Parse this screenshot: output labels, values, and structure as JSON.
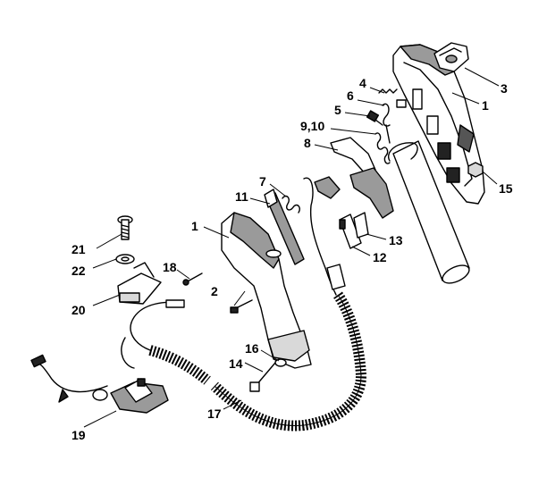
{
  "callouts": [
    {
      "id": "1a",
      "text": "1"
    },
    {
      "id": "1b",
      "text": "1"
    },
    {
      "id": "2",
      "text": "2"
    },
    {
      "id": "3",
      "text": "3"
    },
    {
      "id": "4",
      "text": "4"
    },
    {
      "id": "5",
      "text": "5"
    },
    {
      "id": "6",
      "text": "6"
    },
    {
      "id": "7",
      "text": "7"
    },
    {
      "id": "8",
      "text": "8"
    },
    {
      "id": "910",
      "text": "9,10"
    },
    {
      "id": "11",
      "text": "11"
    },
    {
      "id": "12",
      "text": "12"
    },
    {
      "id": "13",
      "text": "13"
    },
    {
      "id": "14",
      "text": "14"
    },
    {
      "id": "15",
      "text": "15"
    },
    {
      "id": "16",
      "text": "16"
    },
    {
      "id": "17",
      "text": "17"
    },
    {
      "id": "18",
      "text": "18"
    },
    {
      "id": "19",
      "text": "19"
    },
    {
      "id": "20",
      "text": "20"
    },
    {
      "id": "21",
      "text": "21"
    },
    {
      "id": "22",
      "text": "22"
    }
  ],
  "colors": {
    "ink": "#000000",
    "paper": "#ffffff",
    "shade": "#9a9a9a",
    "light": "#d9d9d9"
  }
}
